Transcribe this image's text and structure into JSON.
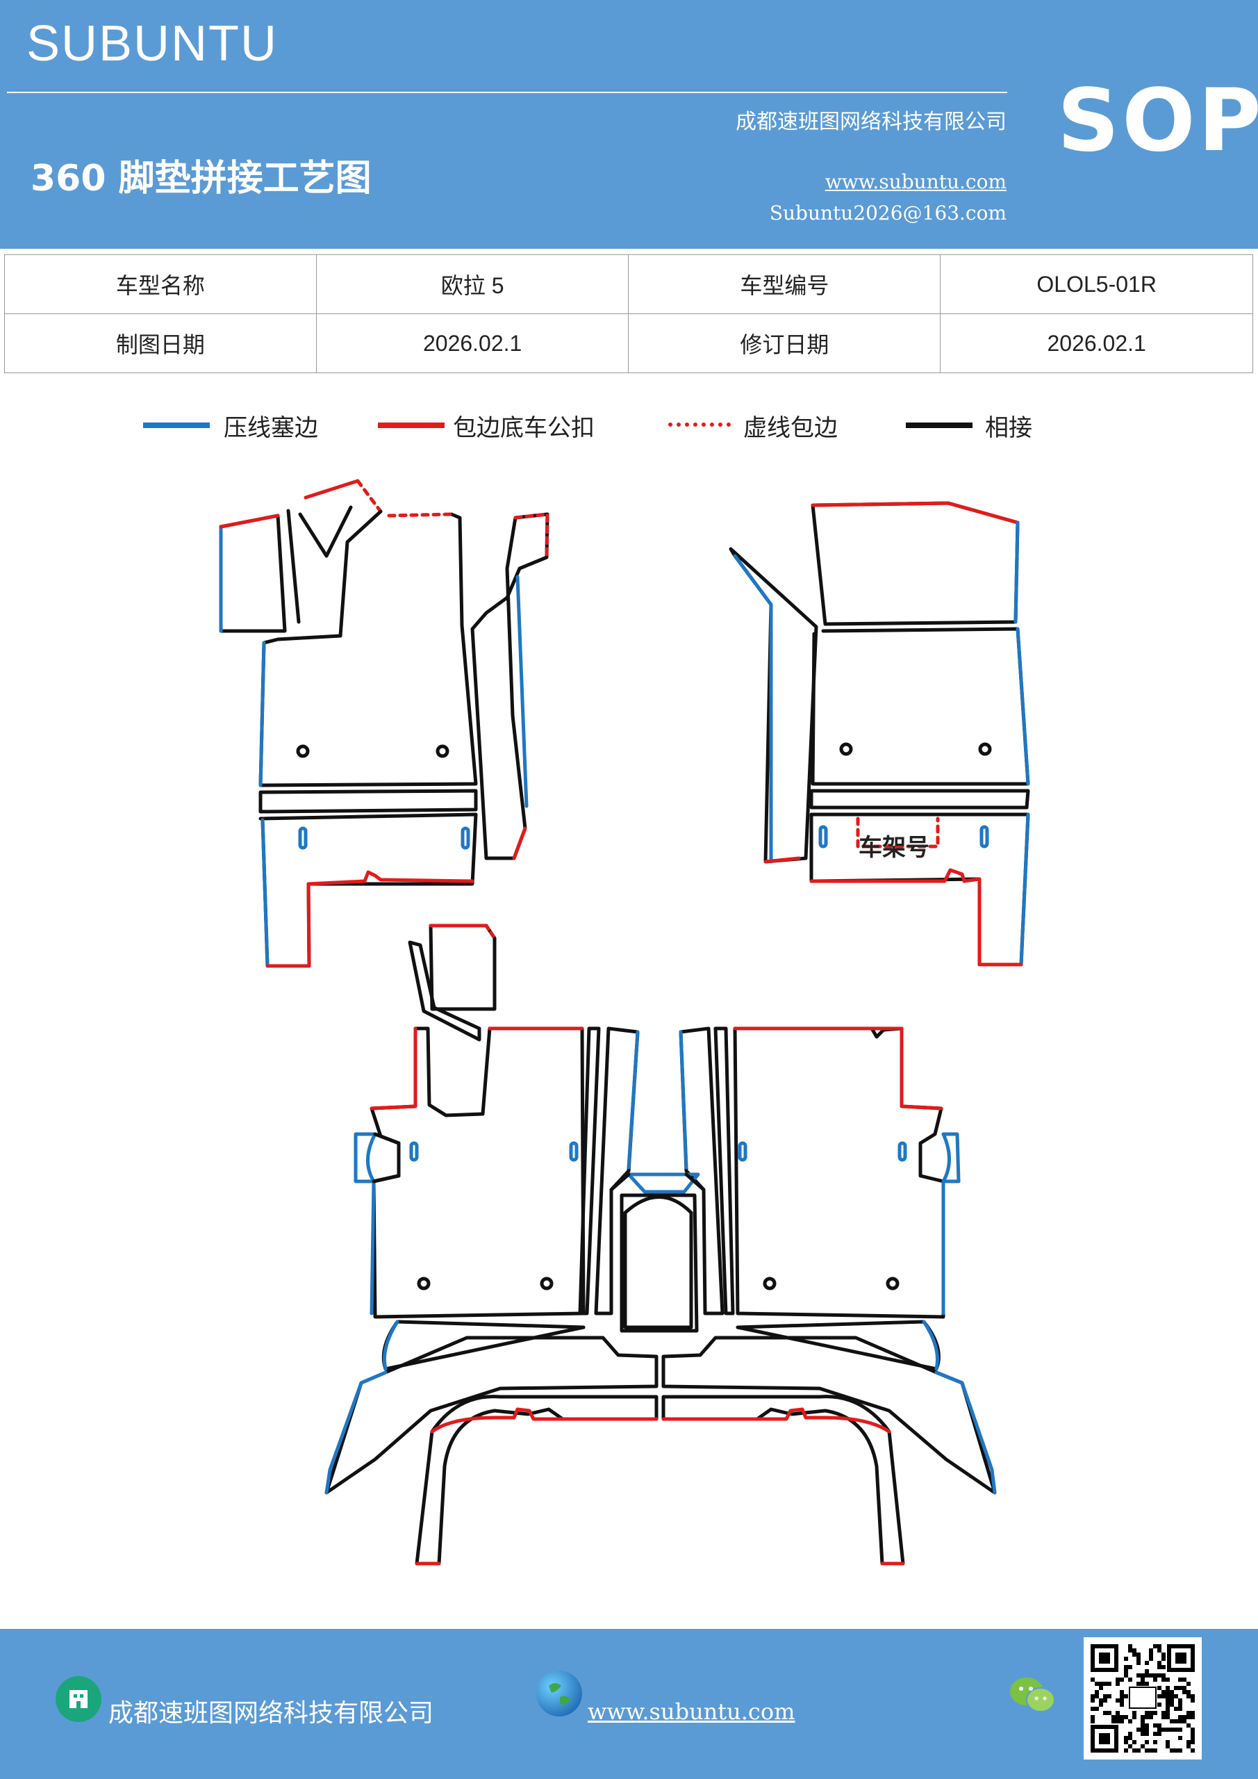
{
  "header": {
    "brand": "SUBUNTU",
    "title": "360 脚垫拼接工艺图",
    "company": "成都速班图网络科技有限公司",
    "website": "www.subuntu.com",
    "email": "Subuntu2026@163.com",
    "sop": "SOP",
    "color": "#5b9bd5"
  },
  "info_table": {
    "rows": [
      [
        {
          "label": "车型名称"
        },
        {
          "value": "欧拉 5"
        },
        {
          "label": "车型编号"
        },
        {
          "value": "OLOL5-01R"
        }
      ],
      [
        {
          "label": "制图日期"
        },
        {
          "value": "2026.02.1"
        },
        {
          "label": "修订日期"
        },
        {
          "value": "2026.02.1"
        }
      ]
    ]
  },
  "legend": [
    {
      "label": "压线塞边",
      "color": "#1f77c4",
      "style": "solid"
    },
    {
      "label": "包边底车公扣",
      "color": "#e21b1b",
      "style": "solid"
    },
    {
      "label": "虚线包边",
      "color": "#e21b1b",
      "style": "dotted"
    },
    {
      "label": "相接",
      "color": "#111111",
      "style": "solid"
    }
  ],
  "diagram": {
    "note": "车架号"
  },
  "footer": {
    "company": "成都速班图网络科技有限公司",
    "website": "www.subuntu.com",
    "icons": [
      "building-icon",
      "globe-icon",
      "wechat-icon",
      "qr-code"
    ]
  }
}
